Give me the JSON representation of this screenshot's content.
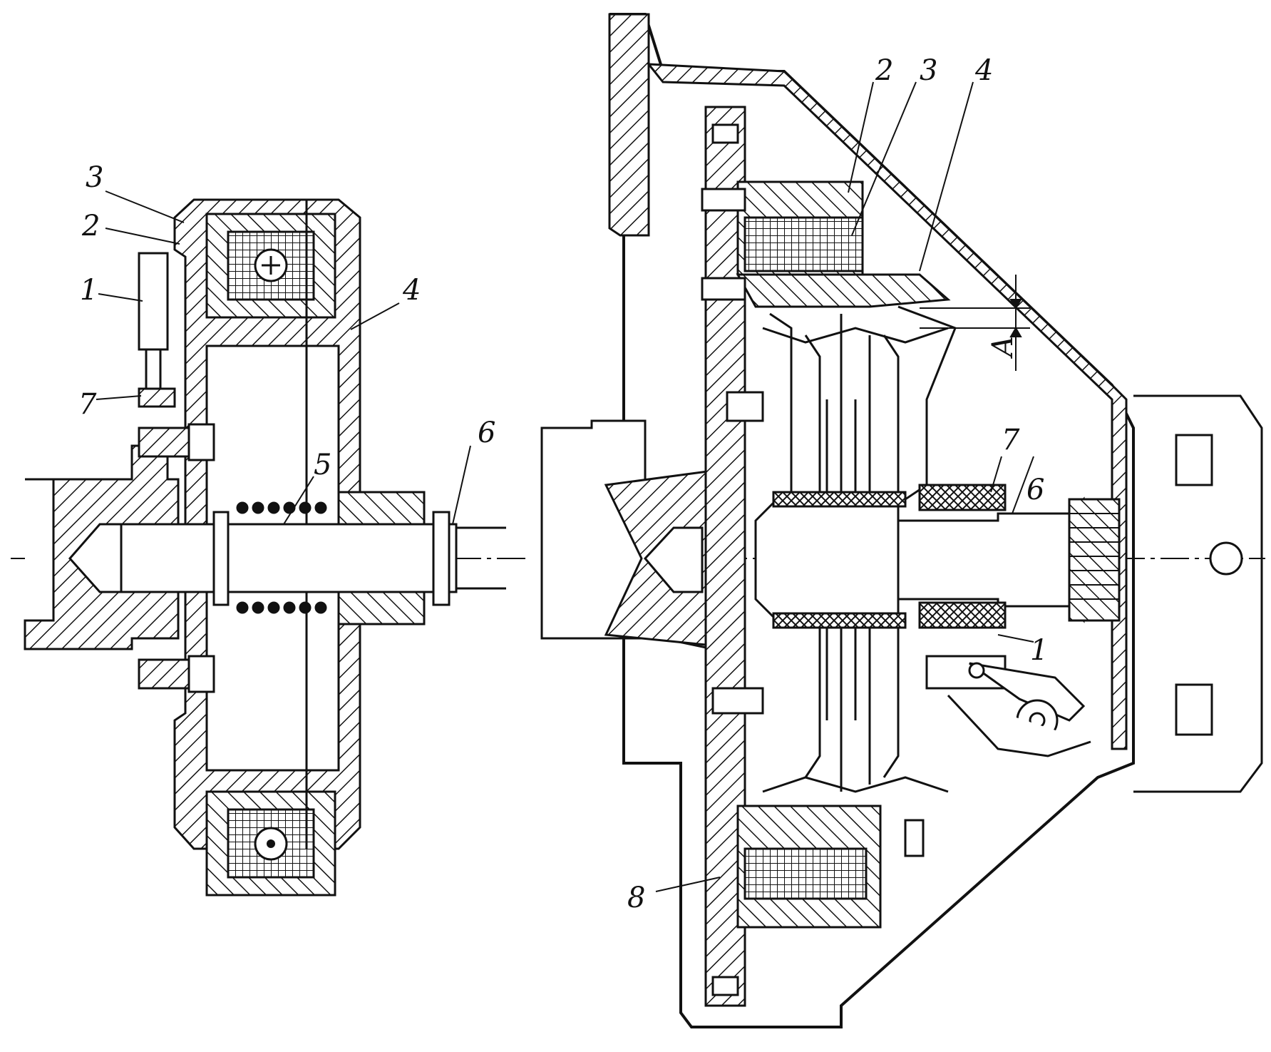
{
  "left_view": {
    "labels": {
      "l1": "1",
      "l2": "2",
      "l3": "3",
      "l4": "4",
      "l5": "5",
      "l6": "6",
      "l7": "7"
    }
  },
  "right_view": {
    "labels": {
      "r1": "1",
      "r2": "2",
      "r3": "3",
      "r4": "4",
      "r6": "6",
      "r7": "7",
      "r8": "8",
      "rA": "A"
    }
  },
  "colors": {
    "ink": "#111111",
    "paper": "#ffffff"
  }
}
